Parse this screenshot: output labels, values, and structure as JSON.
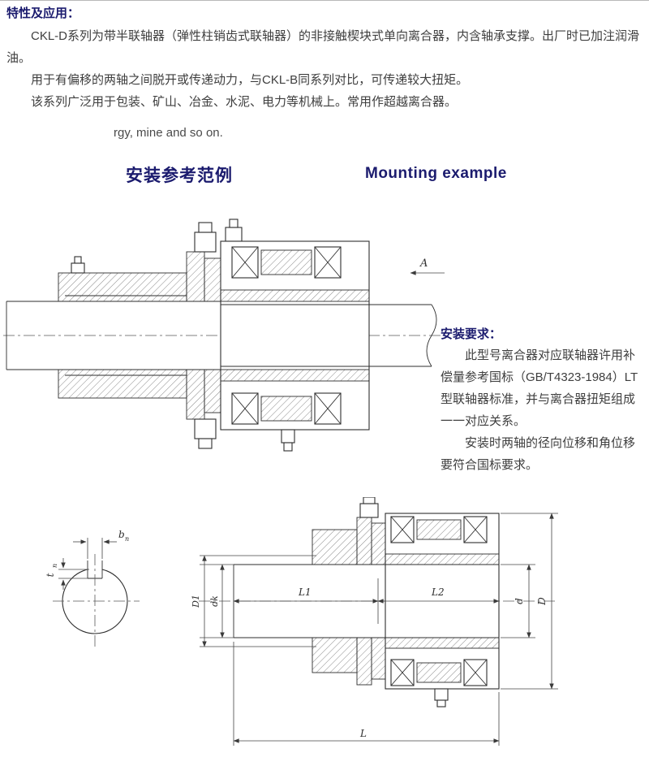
{
  "page": {
    "background": "#ffffff",
    "heading_color": "#1b1b6e",
    "body_color": "#3e3e3e"
  },
  "intro": {
    "heading": "特性及应用：",
    "paragraphs": [
      "CKL-D系列为带半联轴器（弹性柱销齿式联轴器）的非接触楔块式单向离合器，内含轴承支撑。出厂时已加注润滑油。",
      "用于有偏移的两轴之间脱开或传递动力，与CKL-B同系列对比，可传递较大扭矩。",
      "该系列广泛用于包装、矿山、冶金、水泥、电力等机械上。常用作超越离合器。"
    ],
    "english_fragment": "rgy, mine and so on."
  },
  "section_titles": {
    "zh": "安装参考范例",
    "en": "Mounting example"
  },
  "install_notes": {
    "heading": "安装要求：",
    "paragraphs": [
      "此型号离合器对应联轴器许用补偿量参考国标（GB/T4323-1984）LT型联轴器标准，并与离合器扭矩组成一一对应关系。",
      "安装时两轴的径向位移和角位移要符合国标要求。"
    ]
  },
  "drawing_top": {
    "section_label": "A"
  },
  "drawing_bottom": {
    "dims": {
      "b": "b",
      "b_sub": "n",
      "t": "t",
      "t_sub": "n",
      "D1": "D1",
      "dk": "dk",
      "L1": "L1",
      "L2": "L2",
      "d": "d",
      "D": "D",
      "L": "L"
    }
  }
}
